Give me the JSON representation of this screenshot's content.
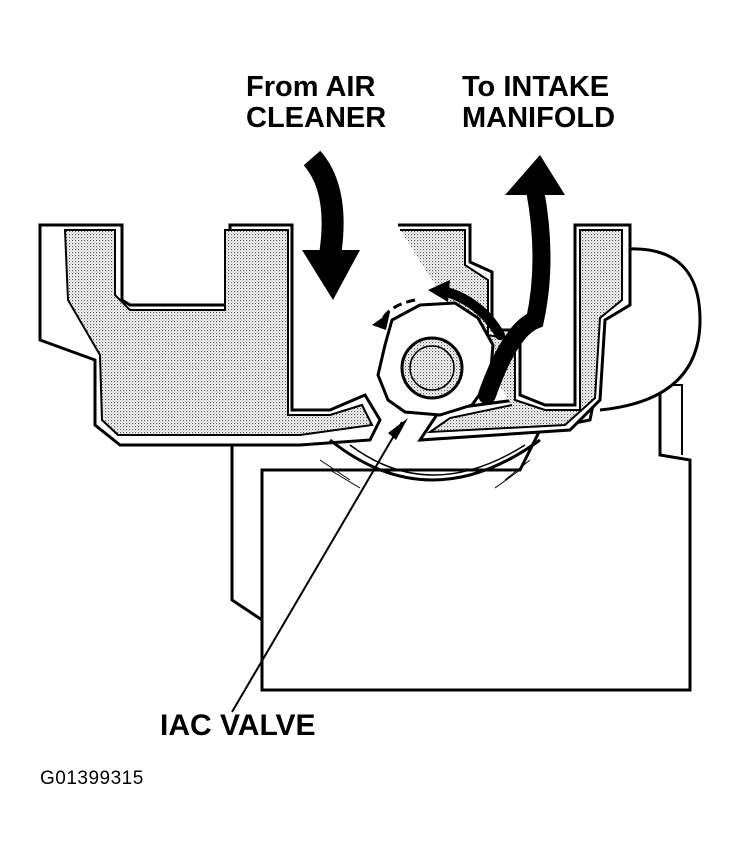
{
  "labels": {
    "from_air_cleaner": [
      "From AIR",
      "CLEANER"
    ],
    "to_intake_manifold": [
      "To INTAKE",
      "MANIFOLD"
    ],
    "iac_valve": "IAC VALVE",
    "figure_id": "G01399315"
  },
  "colors": {
    "ink": "#000000",
    "shading": "#d9d9d9",
    "paper": "#ffffff"
  }
}
